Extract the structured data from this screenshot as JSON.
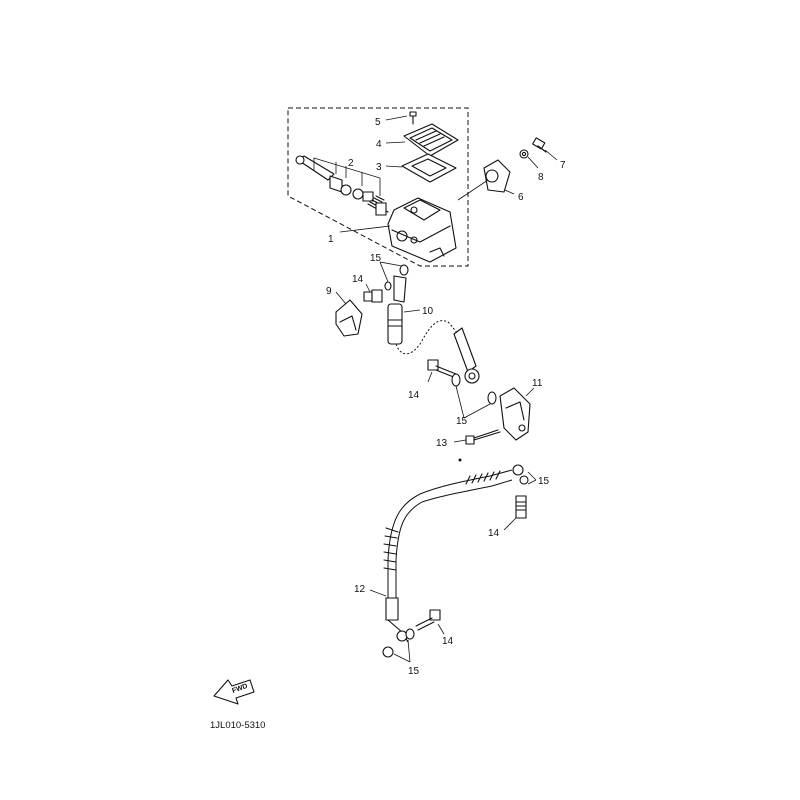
{
  "diagram": {
    "callouts": [
      {
        "id": "c1",
        "text": "1"
      },
      {
        "id": "c2",
        "text": "2"
      },
      {
        "id": "c3",
        "text": "3"
      },
      {
        "id": "c4",
        "text": "4"
      },
      {
        "id": "c5",
        "text": "5"
      },
      {
        "id": "c6",
        "text": "6"
      },
      {
        "id": "c7",
        "text": "7"
      },
      {
        "id": "c8",
        "text": "8"
      },
      {
        "id": "c9",
        "text": "9"
      },
      {
        "id": "c10",
        "text": "10"
      },
      {
        "id": "c11",
        "text": "11"
      },
      {
        "id": "c12",
        "text": "12"
      },
      {
        "id": "c13",
        "text": "13"
      },
      {
        "id": "c14a",
        "text": "14"
      },
      {
        "id": "c14b",
        "text": "14"
      },
      {
        "id": "c14c",
        "text": "14"
      },
      {
        "id": "c14d",
        "text": "14"
      },
      {
        "id": "c15a",
        "text": "15"
      },
      {
        "id": "c15b",
        "text": "15"
      },
      {
        "id": "c15c",
        "text": "15"
      },
      {
        "id": "c15d",
        "text": "15"
      }
    ],
    "forward_badge": "FWD",
    "drawing_code": "1JL010-5310"
  }
}
